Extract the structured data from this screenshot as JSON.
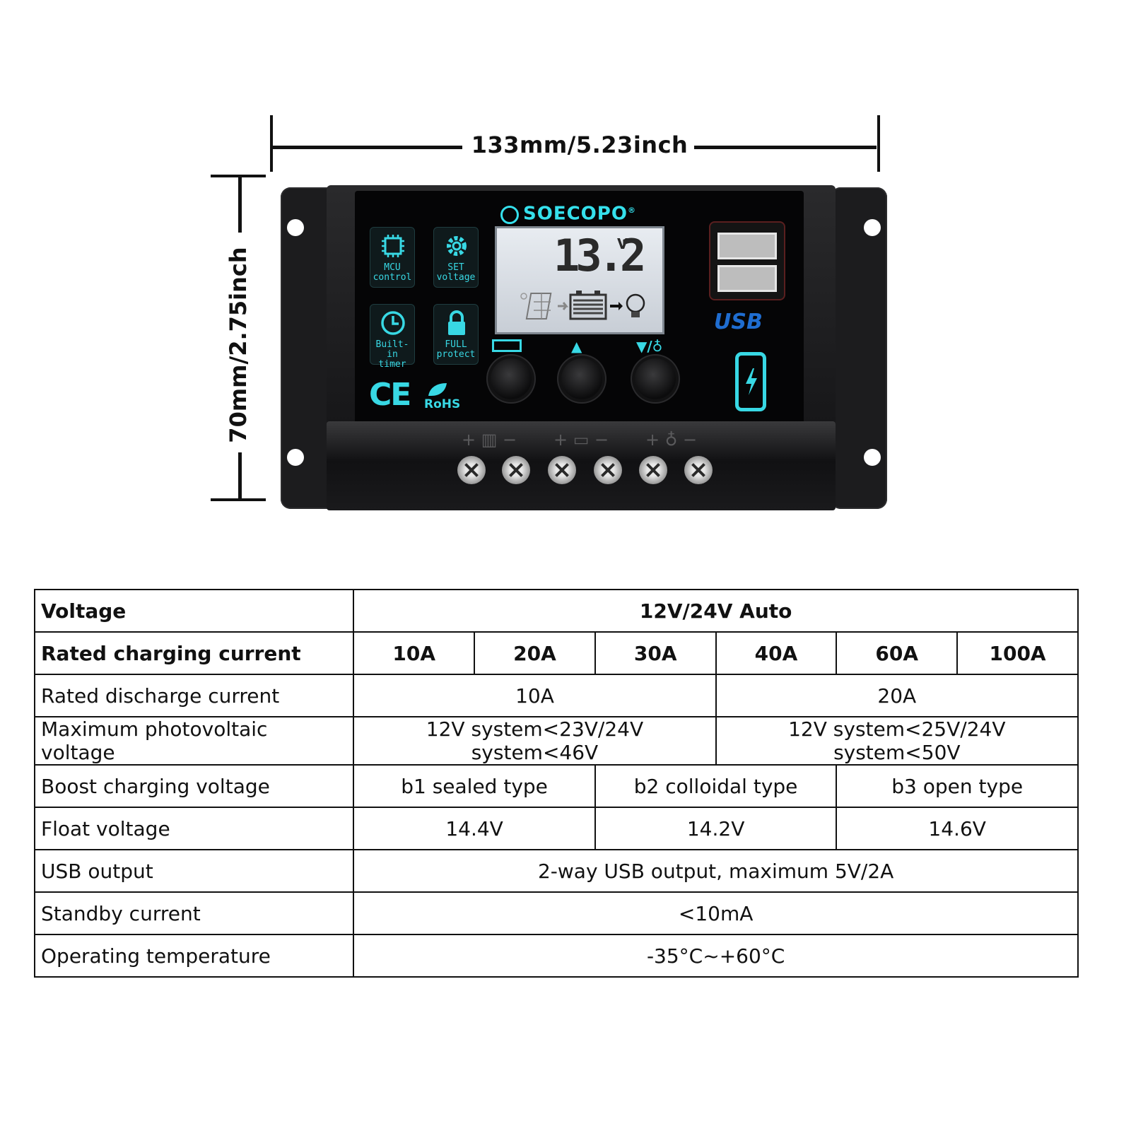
{
  "dimensions": {
    "width_label": "133mm/5.23inch",
    "height_label": "70mm/2.75inch"
  },
  "device": {
    "brand": "SOECOPO",
    "brand_mark": "®",
    "tiles": [
      {
        "icon": "chip-icon",
        "caption_line1": "MCU",
        "caption_line2": "control"
      },
      {
        "icon": "gear-icon",
        "caption_line1": "SET",
        "caption_line2": "voltage"
      },
      {
        "icon": "clock-icon",
        "caption_line1": "Built-in",
        "caption_line2": "timer"
      },
      {
        "icon": "lock-icon",
        "caption_line1": "FULL",
        "caption_line2": "protect"
      }
    ],
    "lcd": {
      "reading": "13.2",
      "unit": "V"
    },
    "usb_label": "USB",
    "certifications": {
      "ce": "CE",
      "rohs": "RoHS"
    },
    "accent_color": "#38d8e4"
  },
  "table": {
    "voltage": {
      "label": "Voltage",
      "value": "12V/24V Auto"
    },
    "rated_charging_current": {
      "label": "Rated charging current",
      "values": [
        "10A",
        "20A",
        "30A",
        "40A",
        "60A",
        "100A"
      ]
    },
    "rated_discharge_current": {
      "label": "Rated discharge current",
      "values": [
        "10A",
        "20A"
      ]
    },
    "max_pv_voltage": {
      "label": "Maximum photovoltaic voltage",
      "values": [
        "12V system<23V/24V system<46V",
        "12V system<25V/24V system<50V"
      ]
    },
    "boost_charging_voltage": {
      "label": "Boost charging voltage",
      "values": [
        "b1 sealed type",
        "b2 colloidal type",
        "b3 open type"
      ]
    },
    "float_voltage": {
      "label": "Float voltage",
      "values": [
        "14.4V",
        "14.2V",
        "14.6V"
      ]
    },
    "usb_output": {
      "label": "USB output",
      "value": "2-way USB output, maximum 5V/2A"
    },
    "standby_current": {
      "label": "Standby current",
      "value": "<10mA"
    },
    "operating_temperature": {
      "label": "Operating temperature",
      "value": "-35°C~+60°C"
    }
  }
}
